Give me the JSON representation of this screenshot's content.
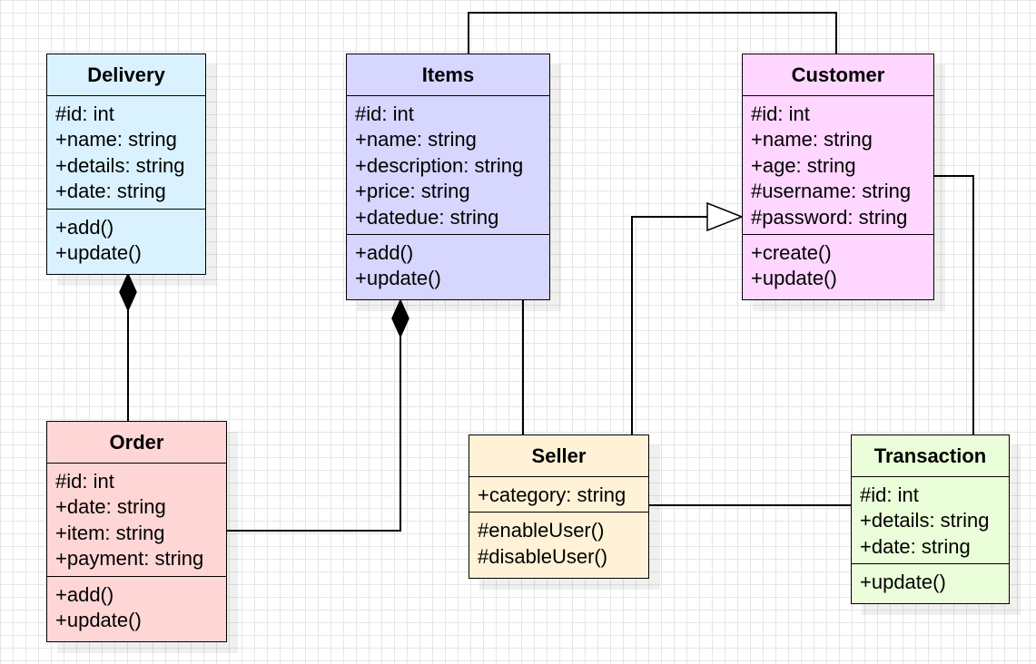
{
  "diagram": {
    "classes": [
      {
        "key": "delivery",
        "name": "Delivery",
        "fill": "#daf2ff",
        "attributes": [
          "#id: int",
          "+name: string",
          "+details: string",
          "+date: string"
        ],
        "methods": [
          "+add()",
          "+update()"
        ]
      },
      {
        "key": "items",
        "name": "Items",
        "fill": "#d6d6ff",
        "attributes": [
          "#id: int",
          "+name: string",
          "+description: string",
          "+price: string",
          "+datedue: string"
        ],
        "methods": [
          "+add()",
          "+update()"
        ]
      },
      {
        "key": "customer",
        "name": "Customer",
        "fill": "#ffd6ff",
        "attributes": [
          "#id: int",
          "+name: string",
          "+age: string",
          "#username: string",
          "#password: string"
        ],
        "methods": [
          "+create()",
          "+update()"
        ]
      },
      {
        "key": "order",
        "name": "Order",
        "fill": "#ffd6d6",
        "attributes": [
          "#id: int",
          "+date: string",
          "+item: string",
          "+payment: string"
        ],
        "methods": [
          "+add()",
          "+update()"
        ]
      },
      {
        "key": "seller",
        "name": "Seller",
        "fill": "#fff2d6",
        "attributes": [
          "+category: string"
        ],
        "methods": [
          "#enableUser()",
          "#disableUser()"
        ]
      },
      {
        "key": "transaction",
        "name": "Transaction",
        "fill": "#eaffd9",
        "attributes": [
          "#id: int",
          "+details: string",
          "+date: string"
        ],
        "methods": [
          "+update()"
        ]
      }
    ],
    "relationships": [
      {
        "from": "order",
        "to": "delivery",
        "kind": "composition"
      },
      {
        "from": "order",
        "to": "items",
        "kind": "composition"
      },
      {
        "from": "seller",
        "to": "customer",
        "kind": "generalization"
      },
      {
        "from": "items",
        "to": "customer",
        "kind": "association"
      },
      {
        "from": "items",
        "to": "seller",
        "kind": "association"
      },
      {
        "from": "customer",
        "to": "transaction",
        "kind": "association"
      },
      {
        "from": "seller",
        "to": "transaction",
        "kind": "association"
      }
    ]
  }
}
